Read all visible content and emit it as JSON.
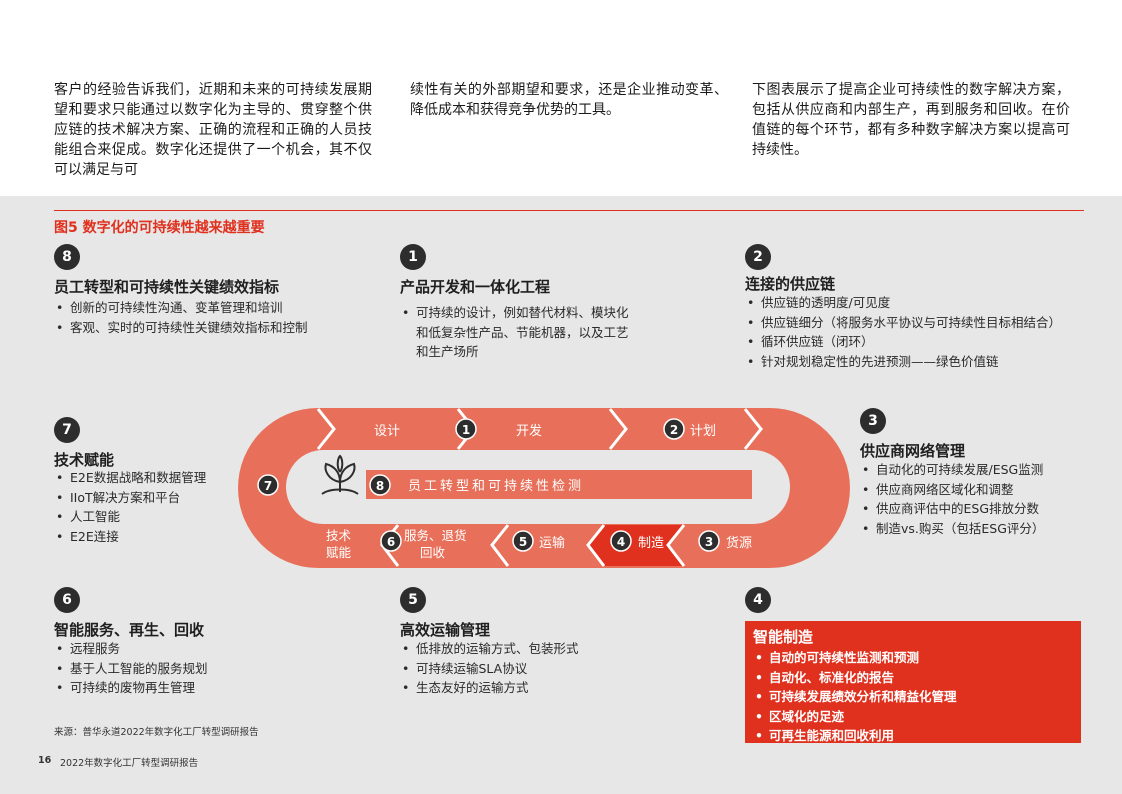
{
  "intro": {
    "col1": "客户的经验告诉我们，近期和未来的可持续发展期望和要求只能通过以数字化为主导的、贯穿整个供应链的技术解决方案、正确的流程和正确的人员技能组合来促成。数字化还提供了一个机会，其不仅可以满足与可",
    "col2": "续性有关的外部期望和要求，还是企业推动变革、降低成本和获得竞争优势的工具。",
    "col3": "下图表展示了提高企业可持续性的数字解决方案，包括从供应商和内部生产，再到服务和回收。在价值链的每个环节，都有多种数字解决方案以提高可持续性。"
  },
  "figure": {
    "title": "图5 数字化的可持续性越来越重要"
  },
  "sections": {
    "s8": {
      "num": "8",
      "title": "员工转型和可持续性关键绩效指标",
      "items": [
        "创新的可持续性沟通、变革管理和培训",
        "客观、实时的可持续性关键绩效指标和控制"
      ]
    },
    "s1": {
      "num": "1",
      "title": "产品开发和一体化工程",
      "items": [
        "可持续的设计，例如替代材料、模块化\n和低复杂性产品、节能机器，以及工艺\n和生产场所"
      ]
    },
    "s2": {
      "num": "2",
      "title": "连接的供应链",
      "items": [
        "供应链的透明度/可见度",
        "供应链细分（将服务水平协议与可持续性目标相结合）",
        "循环供应链（闭环）",
        "针对规划稳定性的先进预测——绿色价值链"
      ]
    },
    "s7": {
      "num": "7",
      "title": "技术赋能",
      "items": [
        "E2E数据战略和数据管理",
        "IIoT解决方案和平台",
        "人工智能",
        "E2E连接"
      ]
    },
    "s3": {
      "num": "3",
      "title": "供应商网络管理",
      "items": [
        "自动化的可持续发展/ESG监测",
        "供应商网络区域化和调整",
        "供应商评估中的ESG排放分数",
        "制造vs.购买（包括ESG评分）"
      ]
    },
    "s6": {
      "num": "6",
      "title": "智能服务、再生、回收",
      "items": [
        "远程服务",
        "基于人工智能的服务规划",
        "可持续的废物再生管理"
      ]
    },
    "s5": {
      "num": "5",
      "title": "高效运输管理",
      "items": [
        "低排放的运输方式、包装形式",
        "可持续运输SLA协议",
        "生态友好的运输方式"
      ]
    },
    "s4": {
      "num": "4",
      "title": "智能制造",
      "items": [
        "自动的可持续性监测和预测",
        "自动化、标准化的报告",
        "可持续发展绩效分析和精益化管理",
        "区域化的足迹",
        "可再生能源和回收利用"
      ]
    }
  },
  "diagram": {
    "design": "设计",
    "n1": "1",
    "develop": "开发",
    "n2": "2",
    "plan": "计划",
    "n7": "7",
    "n8": "8",
    "workforce": "员工转型和可持续性检测",
    "tech_l1": "技术",
    "tech_l2": "赋能",
    "n6": "6",
    "service_l1": "服务、退货",
    "service_l2": "回收",
    "n5": "5",
    "transport": "运输",
    "n4": "4",
    "manufacture": "制造",
    "n3": "3",
    "sourcing": "货源"
  },
  "footer": {
    "source": "来源：普华永道2022年数字化工厂转型调研报告",
    "page": "16",
    "report": "2022年数字化工厂转型调研报告"
  },
  "colors": {
    "accent": "#e0301e",
    "salmon": "#e8705a",
    "dark": "#2d2d2d",
    "panel": "#e7e7e7"
  }
}
